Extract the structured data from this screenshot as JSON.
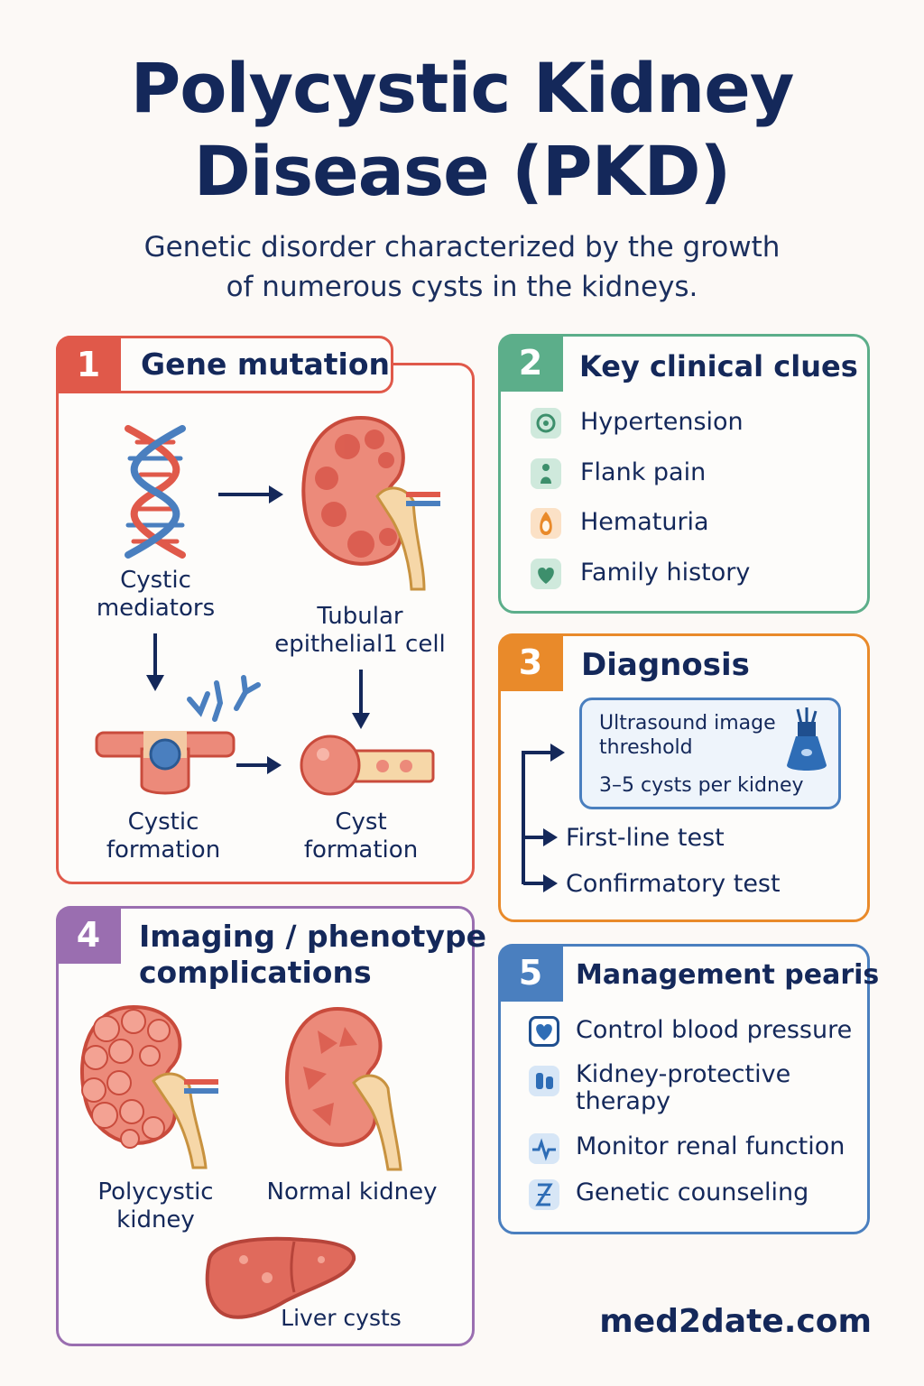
{
  "header": {
    "title_line1": "Polycystic Kidney",
    "title_line2": "Disease (PKD)",
    "subtitle_line1": "Genetic disorder characterized by the growth",
    "subtitle_line2": "of numerous cysts in the kidneys."
  },
  "panel1": {
    "number": "1",
    "title": "Gene mutation",
    "label_mediators_1": "Cystic",
    "label_mediators_2": "mediators",
    "label_tubular_1": "Tubular",
    "label_tubular_2": "epithelial1 cell",
    "label_cystic_formation_1": "Cystic",
    "label_cystic_formation_2": "formation",
    "label_cyst_formation_1": "Cyst",
    "label_cyst_formation_2": "formation",
    "color": "#e0594a"
  },
  "panel2": {
    "number": "2",
    "title": "Key clinical clues",
    "items": [
      "Hypertension",
      "Flank pain",
      "Hematuria",
      "Family history"
    ],
    "color": "#5cae8a"
  },
  "panel3": {
    "number": "3",
    "title": "Diagnosis",
    "box_line1": "Ultrasound image",
    "box_line2": "threshold",
    "box_line3": "3–5 cysts per kidney",
    "branch1": "First-line test",
    "branch2": "Confirmatory test",
    "color": "#e98a2a"
  },
  "panel4": {
    "number": "4",
    "title_line1": "Imaging / phenotype",
    "title_line2": "complications",
    "label_polycystic_1": "Polycystic",
    "label_polycystic_2": "kidney",
    "label_normal": "Normal kidney",
    "label_liver": "Liver cysts",
    "color": "#9a6eb0"
  },
  "panel5": {
    "number": "5",
    "title": "Management pearis",
    "item1": "Control blood pressure",
    "item2_line1": "Kidney-protective",
    "item2_line2": "therapy",
    "item3": "Monitor renal function",
    "item4": "Genetic counseling",
    "color": "#4a7fbf"
  },
  "footer": {
    "site": "med2date.com"
  }
}
